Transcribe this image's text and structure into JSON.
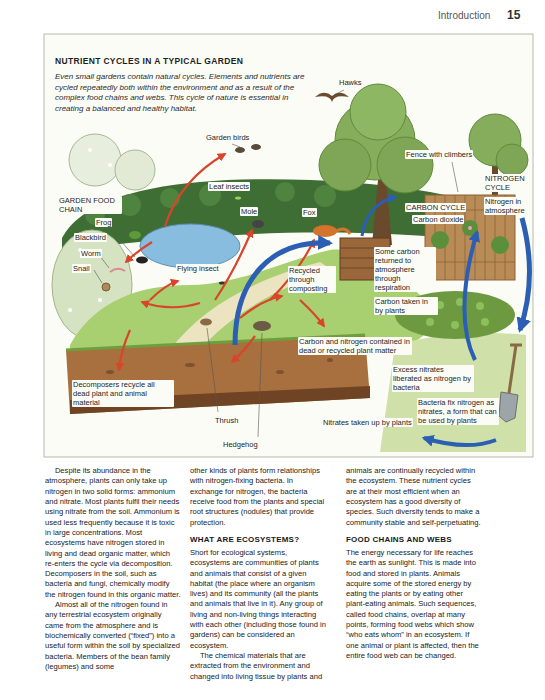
{
  "diagram": {
    "title": "NUTRIENT CYCLES IN A TYPICAL GARDEN",
    "caption": "Even small gardens contain natural cycles. Elements and nutrients are cycled repeatedly both within the environment and as a result of the complex food chains and webs. This cycle of nature is essential in creating a balanced and healthy habitat.",
    "labels": [
      "Introduction",
      "15",
      "Hawks",
      "Garden birds",
      "Fence with climbers",
      "Leaf insects",
      "Mole",
      "Fox",
      "GARDEN FOOD CHAIN",
      "Frog",
      "Blackbird",
      "Worm",
      "Snail",
      "Flying insect",
      "NITROGEN CYCLE",
      "Nitrogen in atmosphere",
      "CARBON CYCLE",
      "Carbon dioxide",
      "Recycled through composting",
      "Some carbon returned to atmosphere through respiration",
      "Carbon taken in by plants",
      "Carbon and nitrogen contained in dead or recycled plant matter",
      "Excess nitrates liberated as nitrogen by bacteria",
      "Bacteria fix nitrogen as nitrates, a form that can be used by plants",
      "Decomposers recycle all dead plant and animal material",
      "Nitrates taken up by plants",
      "Thrush",
      "Hedgehog",
      "Despite its abundance in the atmosphere, plants can only take up nitrogen in two solid forms: ammonium and nitrate. Most plants fulfil their needs using nitrate from the soil. Ammonium is used less frequently because it is toxic in large concentrations. Most ecosystems have nitrogen stored in living and dead organic matter, which re-enters the cycle via decomposition. Decomposers in the soil, such as bacteria and fungi, chemically modify the nitrogen found in this organic matter.",
      "Almost all of the nitrogen found in any terrestrial ecosystem originally came from the atmosphere and is biochemically converted (“fixed”) into a useful form within the soil by specialized bacteria. Members of the bean family (legumes) and some",
      "other kinds of plants form relationships with nitrogen-fixing bacteria. In exchange for nitrogen, the bacteria receive food from the plants and special root structures (nodules) that provide protection.",
      "WHAT ARE ECOSYSTEMS?",
      "Short for ecological systems, ecosystems are communities of plants and animals that consist of a given habitat (the place where an organism lives) and its community (all the plants and animals that live in it). Any group of living and non-living things interacting with each other (including those found in gardens) can be considered an ecosystem.",
      "The chemical materials that are extracted from the environment and changed into living tissue by plants and",
      "animals are continually recycled within the ecosystem. These nutrient cycles are at their most efficient when an ecosystem has a good diversity of species. Such diversity tends to make a community stable and self-perpetuating.",
      "FOOD CHAINS AND WEBS",
      "The energy necessary for life reaches the earth as sunlight. This is made into food and stored in plants. Animals acquire some of the stored energy by eating the plants or by eating other plant-eating animals. Such sequences, called food chains, overlap at many points, forming food webs which show “who eats whom” in an ecosystem. If one animal or plant is affected, then the entire food web can be changed."
    ]
  }
}
